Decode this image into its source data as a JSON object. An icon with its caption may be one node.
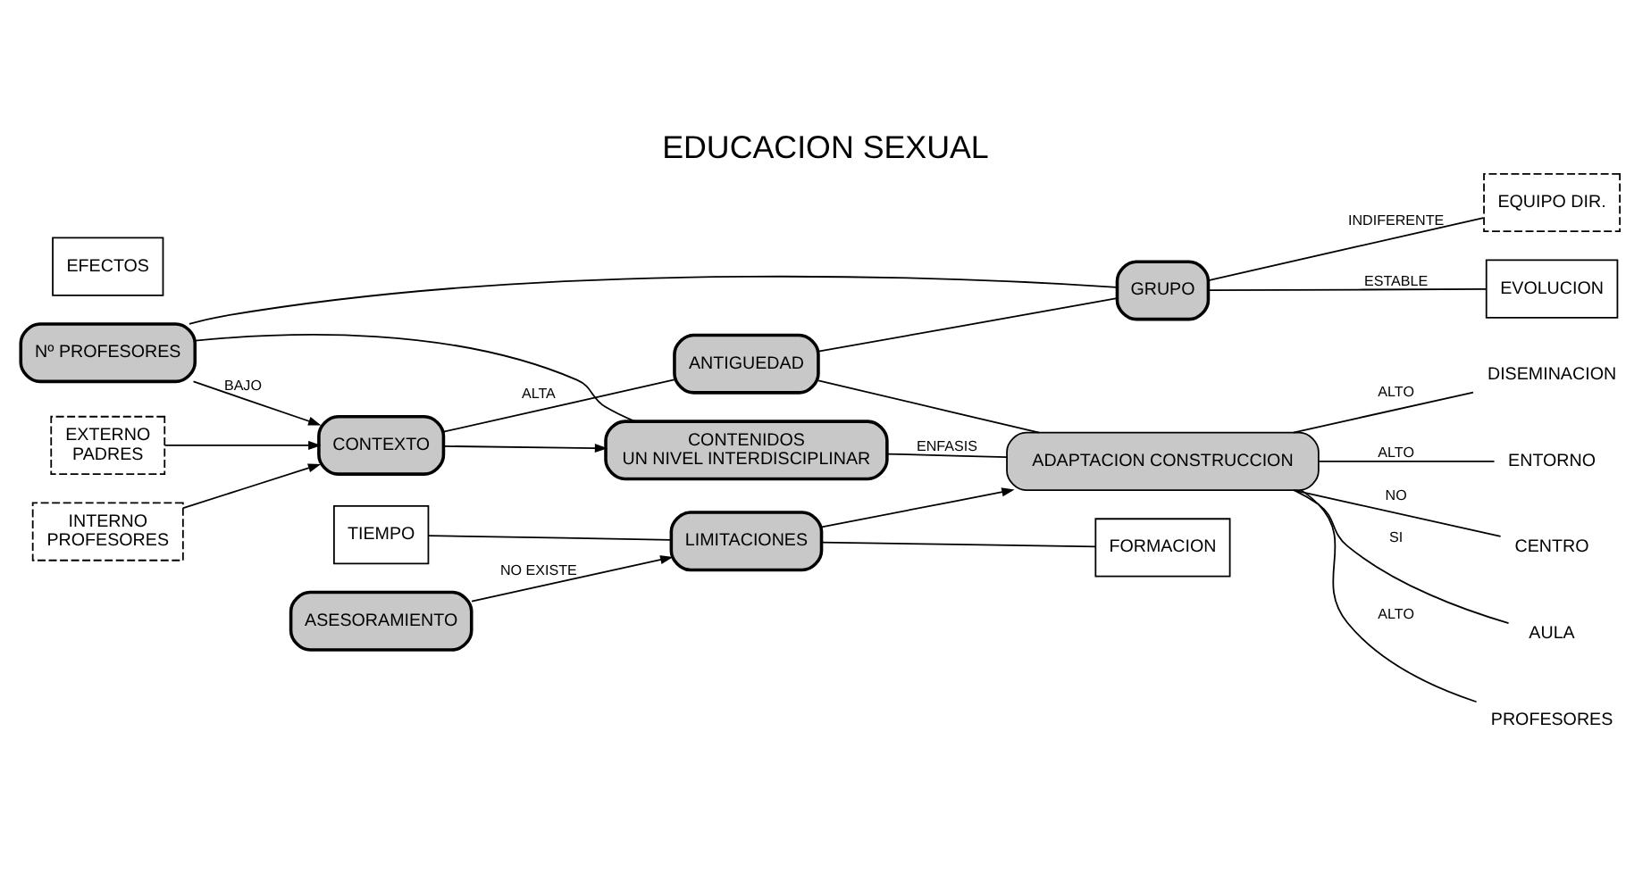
{
  "diagram": {
    "title": "EDUCACION SEXUAL",
    "nodes": [
      {
        "text": [
          "EXTERNO",
          "PADRES"
        ]
      },
      {
        "text": [
          "INTERNO",
          "PROFESORES"
        ]
      },
      {
        "text": [
          "CONTEXTO"
        ]
      },
      {
        "text": [
          "CONTENIDOS",
          "UN NIVEL INTERDISCIPLINAR"
        ]
      },
      {
        "text": [
          "ADAPTACION CONSTRUCCION"
        ]
      },
      {
        "text": [
          "EFECTOS"
        ]
      },
      {
        "text": [
          "DISEMINACION"
        ]
      },
      {
        "text": [
          "ENTORNO"
        ]
      },
      {
        "text": [
          "CENTRO"
        ]
      },
      {
        "text": [
          "AULA"
        ]
      },
      {
        "text": [
          "PROFESORES"
        ]
      },
      {
        "text": [
          "ANTIGUEDAD"
        ]
      },
      {
        "text": [
          "GRUPO"
        ]
      },
      {
        "text": [
          "EVOLUCION"
        ]
      },
      {
        "text": [
          "Nº PROFESORES"
        ]
      },
      {
        "text": [
          "EQUIPO DIR."
        ]
      },
      {
        "text": [
          "TIEMPO"
        ]
      },
      {
        "text": [
          "LIMITACIONES"
        ]
      },
      {
        "text": [
          "FORMACION"
        ]
      },
      {
        "text": [
          "ASESORAMIENTO"
        ]
      }
    ],
    "edges": [
      {
        "from": 0,
        "to": 2,
        "arrow": "to"
      },
      {
        "from": 1,
        "to": 2,
        "arrow": "to"
      },
      {
        "from": 2,
        "to": 3,
        "arrow": "to"
      },
      {
        "from": 3,
        "to": 4,
        "label": "ENFASIS",
        "arrow": "none"
      },
      {
        "from": 4,
        "to": 6,
        "label": "ALTO",
        "arrow": "none"
      },
      {
        "from": 4,
        "to": 7,
        "label": "ALTO",
        "arrow": "none"
      },
      {
        "from": 4,
        "to": 8,
        "label": "NO",
        "arrow": "none"
      },
      {
        "from": 4,
        "to": 9,
        "label": "SI",
        "arrow": "none"
      },
      {
        "from": 4,
        "to": 10,
        "label": "ALTO",
        "arrow": "none"
      },
      {
        "from": 2,
        "to": 11,
        "label": "ALTA",
        "arrow": "none"
      },
      {
        "from": 11,
        "to": 4,
        "arrow": "none"
      },
      {
        "from": 11,
        "to": 12,
        "arrow": "none"
      },
      {
        "from": 14,
        "to": 2,
        "label": "BAJO",
        "arrow": "to"
      },
      {
        "from": 14,
        "to": 3,
        "arrow": "none"
      },
      {
        "from": 14,
        "to": 12,
        "arrow": "none"
      },
      {
        "from": 12,
        "to": 13,
        "label": "ESTABLE",
        "arrow": "none"
      },
      {
        "from": 12,
        "to": 15,
        "label": "INDIFERENTE",
        "arrow": "none"
      },
      {
        "from": 17,
        "to": 4,
        "arrow": "to"
      },
      {
        "from": 16,
        "to": 17,
        "arrow": "none"
      },
      {
        "from": 17,
        "to": 18,
        "arrow": "none"
      },
      {
        "from": 19,
        "to": 17,
        "label": "NO EXISTE",
        "arrow": "to"
      }
    ]
  }
}
